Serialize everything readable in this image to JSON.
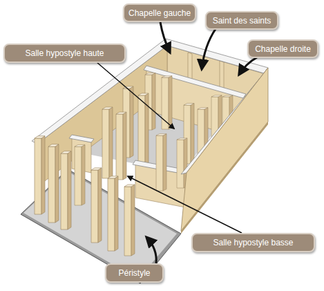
{
  "diagram": {
    "nodes": [
      {
        "text": [
          "Chapelle gauche"
        ]
      },
      {
        "text": [
          "Saint des saints"
        ]
      },
      {
        "text": [
          "Chapelle droite"
        ]
      },
      {
        "text": [
          "Salle hypostyle haute"
        ]
      },
      {
        "text": [
          "Salle hypostyle basse"
        ]
      },
      {
        "text": [
          "Péristyle"
        ]
      }
    ]
  }
}
